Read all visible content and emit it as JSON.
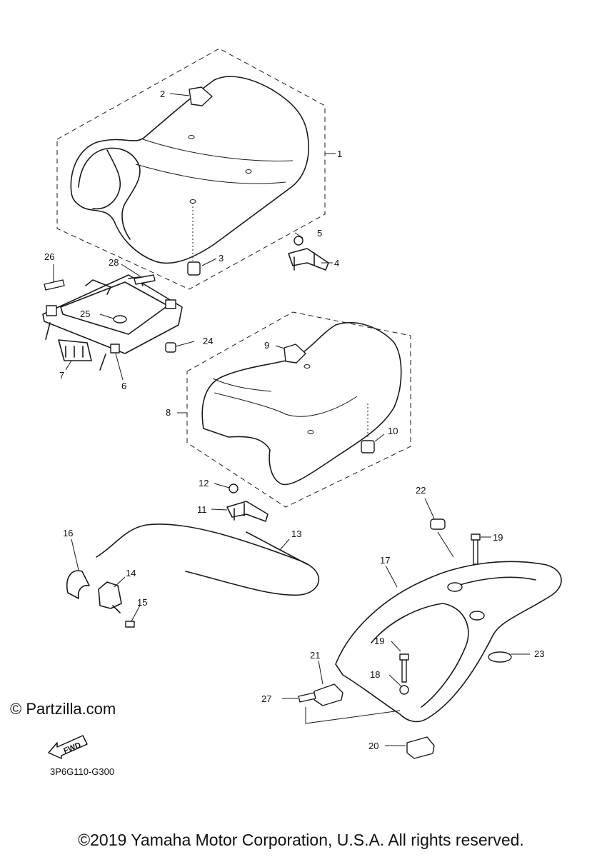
{
  "diagram": {
    "code": "3P6G110-G300",
    "watermark": "© Partzilla.com",
    "copyright": "©2019 Yamaha Motor Corporation, U.S.A. All rights reserved.",
    "fwd_label": "FWD",
    "callouts": [
      {
        "id": "1",
        "label": "1"
      },
      {
        "id": "2",
        "label": "2"
      },
      {
        "id": "3",
        "label": "3"
      },
      {
        "id": "4",
        "label": "4"
      },
      {
        "id": "5",
        "label": "5"
      },
      {
        "id": "6",
        "label": "6"
      },
      {
        "id": "7",
        "label": "7"
      },
      {
        "id": "8",
        "label": "8"
      },
      {
        "id": "9",
        "label": "9"
      },
      {
        "id": "10",
        "label": "10"
      },
      {
        "id": "11",
        "label": "11"
      },
      {
        "id": "12",
        "label": "12"
      },
      {
        "id": "13",
        "label": "13"
      },
      {
        "id": "14",
        "label": "14"
      },
      {
        "id": "15",
        "label": "15"
      },
      {
        "id": "16",
        "label": "16"
      },
      {
        "id": "17",
        "label": "17"
      },
      {
        "id": "18",
        "label": "18"
      },
      {
        "id": "19a",
        "label": "19"
      },
      {
        "id": "19b",
        "label": "19"
      },
      {
        "id": "20",
        "label": "20"
      },
      {
        "id": "21",
        "label": "21"
      },
      {
        "id": "22",
        "label": "22"
      },
      {
        "id": "23",
        "label": "23"
      },
      {
        "id": "24",
        "label": "24"
      },
      {
        "id": "25",
        "label": "25"
      },
      {
        "id": "26",
        "label": "26"
      },
      {
        "id": "27",
        "label": "27"
      },
      {
        "id": "28",
        "label": "28"
      }
    ]
  }
}
